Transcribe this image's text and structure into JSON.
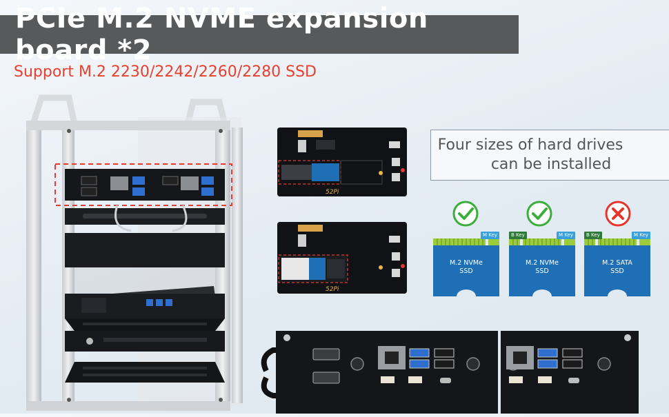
{
  "header": {
    "title": "PCIe M.2 NVME expansion board *2",
    "subtitle": "Support M.2 2230/2242/2260/2280 SSD"
  },
  "callout": {
    "line1": "Four sizes of hard drives",
    "line2": "can be installed"
  },
  "boards": [
    {
      "brand": "52Pi"
    },
    {
      "brand": "52Pi"
    }
  ],
  "ssds": [
    {
      "line1": "M.2 NVMe",
      "line2": "SSD",
      "keys": [
        "M Key"
      ],
      "status": "check"
    },
    {
      "line1": "M.2 NVMe",
      "line2": "SSD",
      "keys": [
        "B Key",
        "M Key"
      ],
      "status": "check"
    },
    {
      "line1": "M.2 SATA",
      "line2": "SSD",
      "keys": [
        "B Key",
        "M Key"
      ],
      "status": "cross"
    }
  ],
  "colors": {
    "title_bg": "#58595b",
    "subtitle": "#e8402f",
    "ssd_body": "#1f6fb6",
    "ssd_contacts": "#9ccc3c",
    "check": "#3aae3a",
    "cross": "#e5352b",
    "dashed_highlight": "#e53935"
  }
}
